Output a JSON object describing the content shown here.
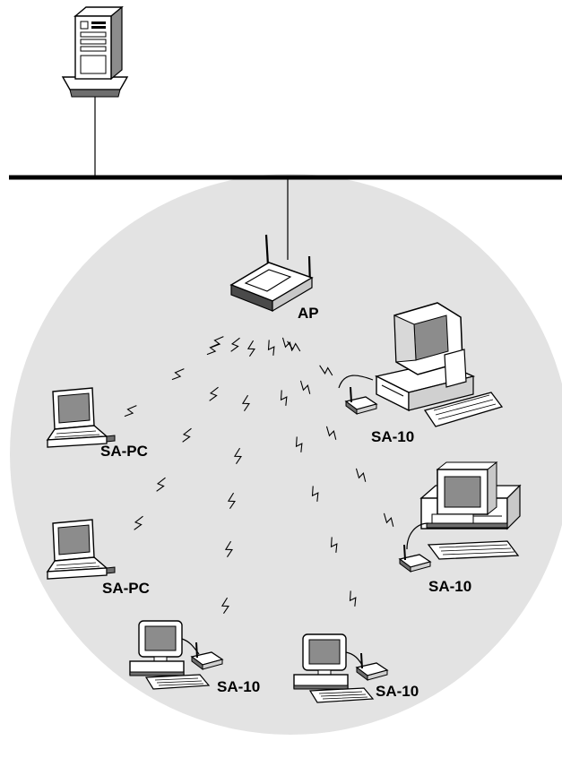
{
  "labels": {
    "ap": "AP",
    "sa10_upper_right": "SA-10",
    "sa_pc_upper": "SA-PC",
    "sa10_middle_right": "SA-10",
    "sa_pc_lower": "SA-PC",
    "sa10_bottom_left": "SA-10",
    "sa10_bottom_center": "SA-10"
  },
  "colors": {
    "coverage_area": "#e3e3e3",
    "lines": "#000000",
    "screen": "#8c8c8c"
  },
  "icons": [
    "server-icon",
    "access-point-icon",
    "desktop-pc-icon",
    "laptop-icon",
    "wireless-adapter-icon",
    "wireless-signal-icon"
  ]
}
